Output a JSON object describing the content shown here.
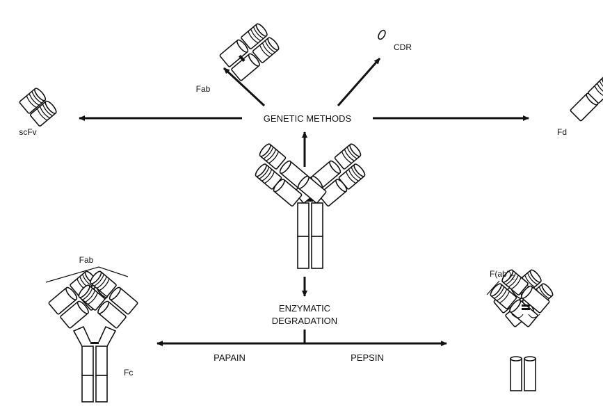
{
  "labels": {
    "genetic_methods": "GENETIC METHODS",
    "enzymatic_line1": "ENZYMATIC",
    "enzymatic_line2": "DEGRADATION",
    "papain": "PAPAIN",
    "pepsin": "PEPSIN",
    "fab_top": "Fab",
    "cdr": "CDR",
    "scfv": "scFv",
    "fd": "Fd",
    "fab_bottom": "Fab",
    "fc": "Fc",
    "fab2_main": "F(ab')",
    "fab2_sub": "2"
  }
}
